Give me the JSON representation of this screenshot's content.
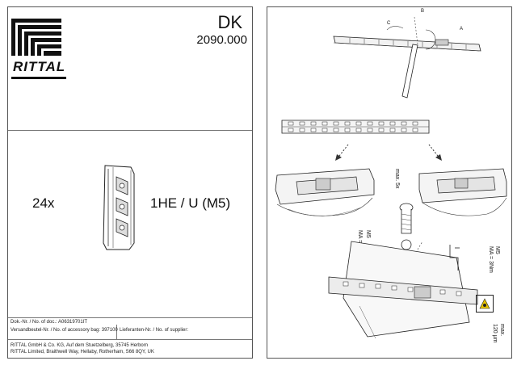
{
  "header": {
    "brand": "RITTAL",
    "product": "DK",
    "number": "2090.000"
  },
  "content": {
    "quantity": "24x",
    "spec": "1HE / U (M5)"
  },
  "footer": {
    "doc_no": "Dok.-Nr. / No. of doc.: A06319701IT",
    "bag_no": "Versandbeutel-Nr. / No. of accessory bag: 397100",
    "supplier": "Lieferanten-Nr. / No. of supplier:",
    "address_de": "RITTAL GmbH & Co. KG, Auf dem Stuetzelberg, 35745 Herborn",
    "address_uk": "RITTAL Limited, Braithwell Way, Hellaby, Rotherham, S66 8QY, UK"
  },
  "diagram": {
    "label_a": "A",
    "label_b": "B",
    "label_c": "C",
    "max_label": "max. 5x",
    "screw_m5_left": "M5",
    "torque_left": "MA = 2Nm",
    "screw_m5_right": "M5",
    "torque_right": "MA = 3Nm",
    "coating_max": "max.",
    "coating_value": "120 µm"
  }
}
